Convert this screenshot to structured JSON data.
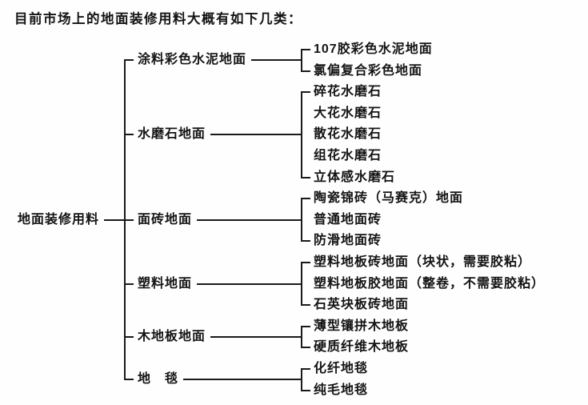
{
  "title": "目前市场上的地面装修用料大概有如下几类：",
  "tree": {
    "root": "地面装修用料",
    "branches": [
      {
        "label": "涂料彩色水泥地面",
        "children": [
          "107胶彩色水泥地面",
          "氯偏复合彩色地面"
        ]
      },
      {
        "label": "水磨石地面",
        "children": [
          "碎花水磨石",
          "大花水磨石",
          "散花水磨石",
          "组花水磨石",
          "立体感水磨石"
        ]
      },
      {
        "label": "面砖地面",
        "children": [
          "陶瓷锦砖（马赛克）地面",
          "普通地面砖",
          "防滑地面砖"
        ]
      },
      {
        "label": "塑料地面",
        "children": [
          "塑料地板砖地面（块状，需要胶粘）",
          "塑料地板胶地面（整卷，不需要胶粘）",
          "石英块板砖地面"
        ]
      },
      {
        "label": "木地板地面",
        "children": [
          "薄型镶拼木地板",
          "硬质纤维木地板"
        ]
      },
      {
        "label": "地　毯",
        "children": [
          "化纤地毯",
          "纯毛地毯"
        ]
      }
    ]
  },
  "colors": {
    "ink": "#1a1a1a",
    "paper": "#fefefe"
  }
}
